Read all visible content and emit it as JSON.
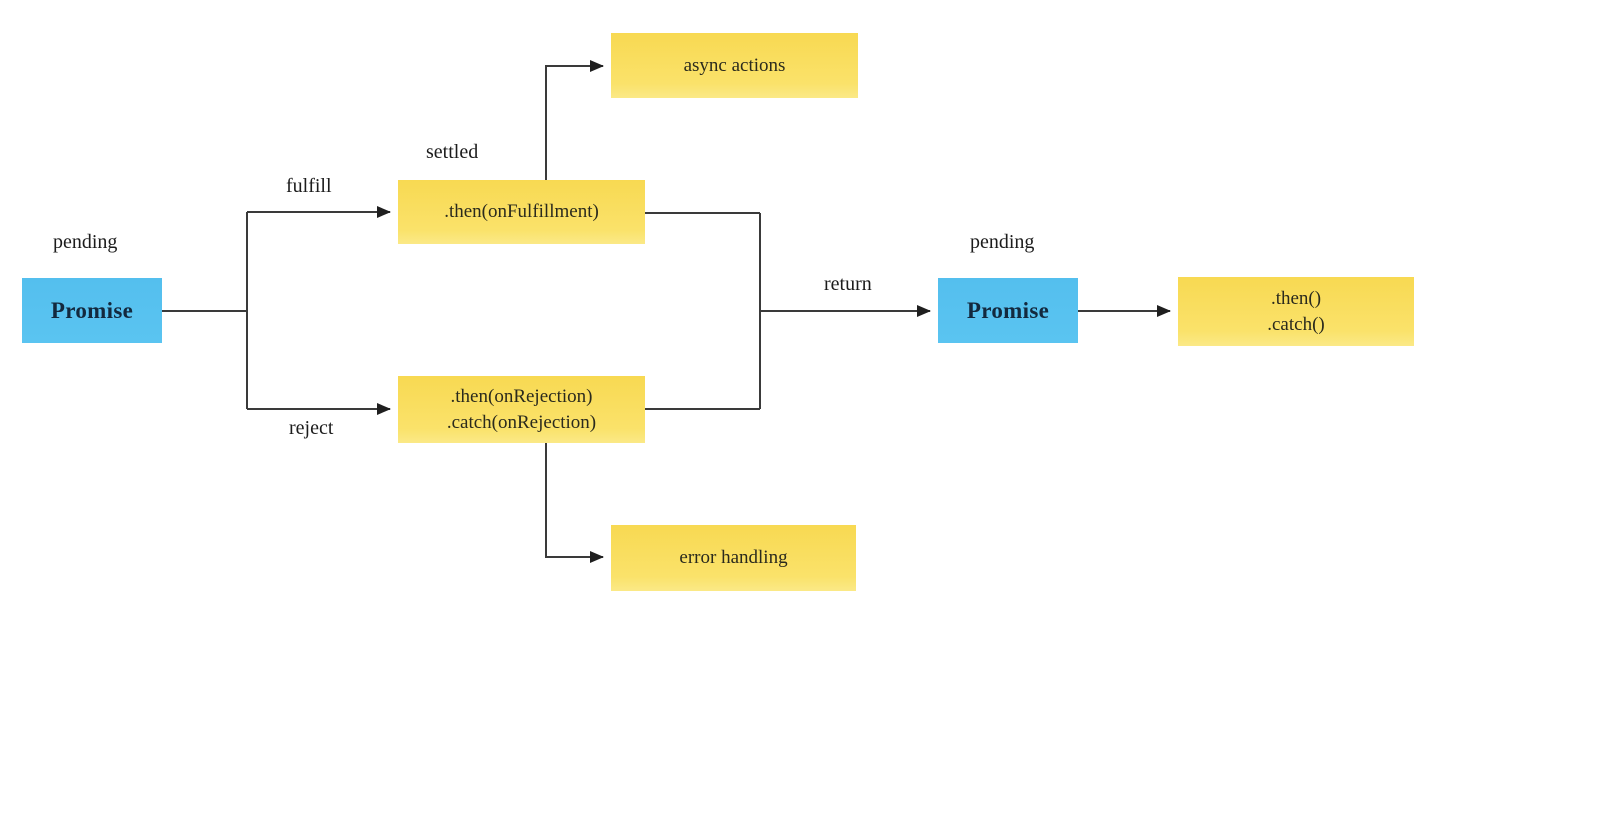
{
  "diagram": {
    "description": "JavaScript Promise flow diagram",
    "labels": {
      "pending_left": "pending",
      "fulfill": "fulfill",
      "settled": "settled",
      "reject": "reject",
      "return": "return",
      "pending_right": "pending"
    },
    "nodes": {
      "promise_left": "Promise",
      "then_fulfillment": ".then(onFulfillment)",
      "then_rejection_line1": ".then(onRejection)",
      "then_rejection_line2": ".catch(onRejection)",
      "async_actions": "async actions",
      "error_handling": "error handling",
      "promise_right": "Promise",
      "then_catch_line1": ".then()",
      "then_catch_line2": ".catch()"
    },
    "colors": {
      "promise_box": "#56c1ef",
      "action_box": "#f9dd5c",
      "connector": "#3a3a3a",
      "arrowhead": "#1f1f1f",
      "promise_text": "#13293e",
      "action_text": "#2a2a1d",
      "label_text": "#1c1c1c",
      "background": "#ffffff"
    }
  }
}
